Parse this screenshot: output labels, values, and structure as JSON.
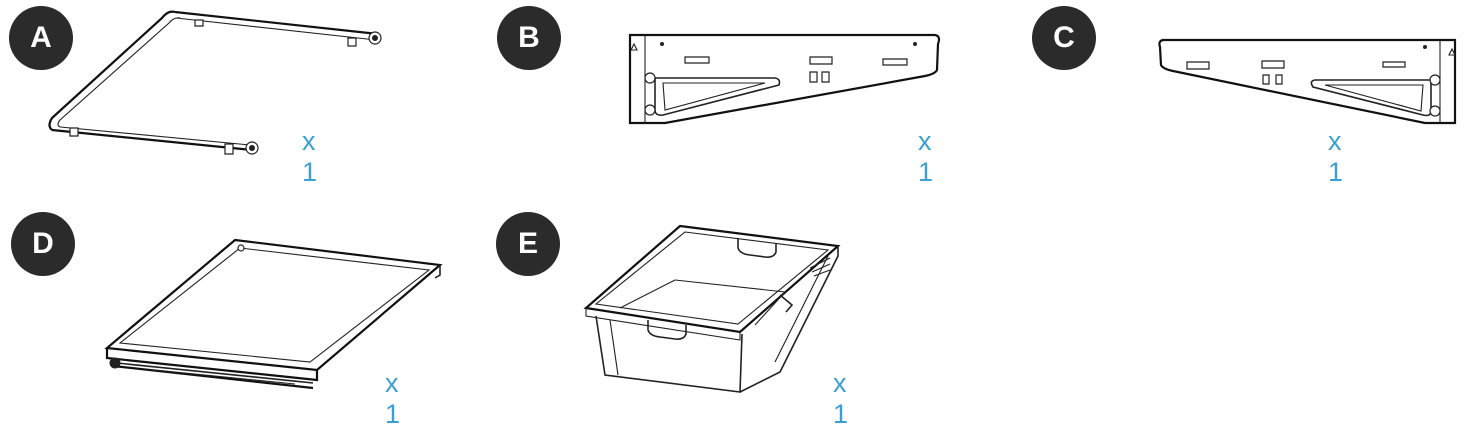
{
  "accent_color": "#3aa0d4",
  "badge_color": "#2b2b2b",
  "parts": [
    {
      "letter": "A",
      "quantity": "x 1",
      "component": "u-shaped-frame"
    },
    {
      "letter": "B",
      "quantity": "x 1",
      "component": "left-side-bracket"
    },
    {
      "letter": "C",
      "quantity": "x 1",
      "component": "right-side-bracket"
    },
    {
      "letter": "D",
      "quantity": "x 1",
      "component": "sliding-tray-frame"
    },
    {
      "letter": "E",
      "quantity": "x 1",
      "component": "wire-basket"
    }
  ]
}
